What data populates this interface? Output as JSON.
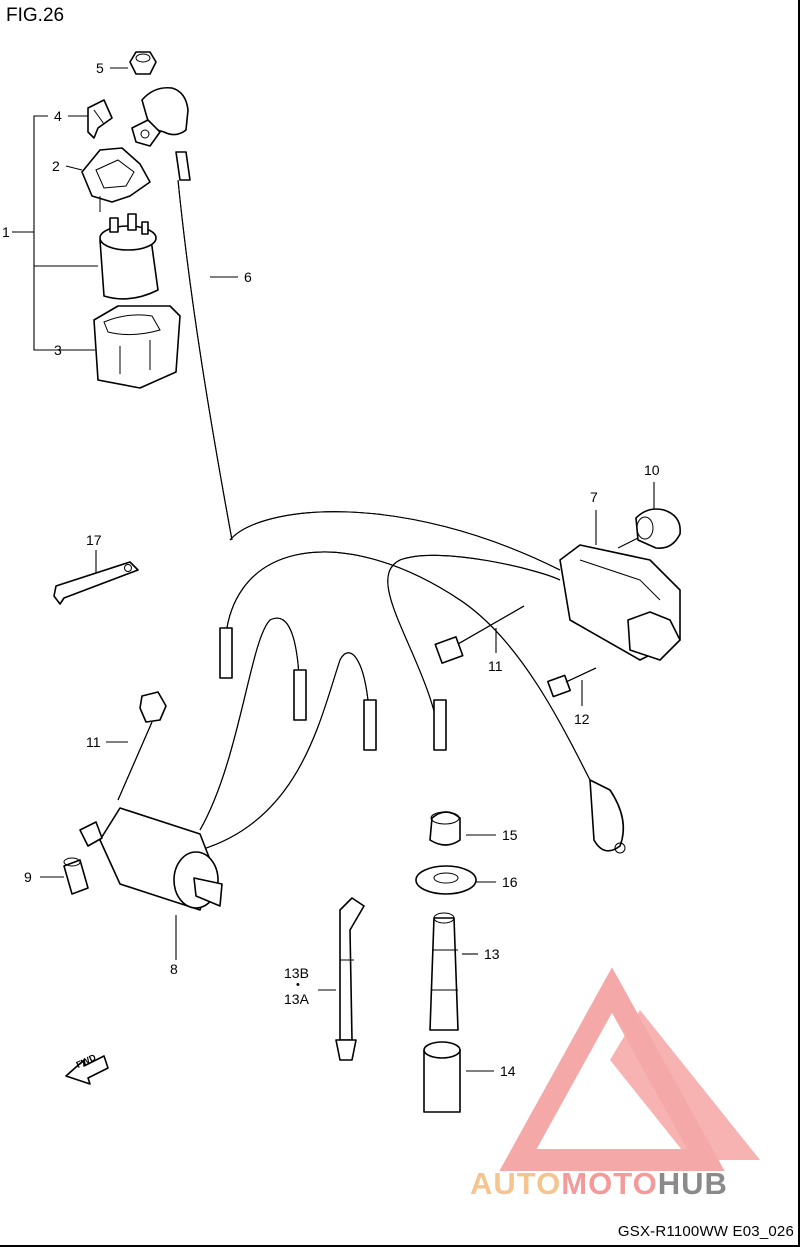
{
  "figure": {
    "title": "FIG.26",
    "code": "GSX-R1100WW  E03_026"
  },
  "callouts": [
    {
      "id": "1",
      "text": "1"
    },
    {
      "id": "2",
      "text": "2"
    },
    {
      "id": "3",
      "text": "3"
    },
    {
      "id": "4",
      "text": "4"
    },
    {
      "id": "5",
      "text": "5"
    },
    {
      "id": "6",
      "text": "6"
    },
    {
      "id": "7",
      "text": "7"
    },
    {
      "id": "8",
      "text": "8"
    },
    {
      "id": "9",
      "text": "9"
    },
    {
      "id": "10",
      "text": "10"
    },
    {
      "id": "11a",
      "text": "11"
    },
    {
      "id": "11b",
      "text": "11"
    },
    {
      "id": "12",
      "text": "12"
    },
    {
      "id": "13",
      "text": "13"
    },
    {
      "id": "13B",
      "text": "13B"
    },
    {
      "id": "13A",
      "text": "13A"
    },
    {
      "id": "14",
      "text": "14"
    },
    {
      "id": "15",
      "text": "15"
    },
    {
      "id": "16",
      "text": "16"
    },
    {
      "id": "17",
      "text": "17"
    }
  ],
  "fwd_label": "FWD",
  "watermark": {
    "part1": "AUTO",
    "part2": "MOTO",
    "part3": "HUB",
    "color1": "#f5c58f",
    "color2": "#f49a9a",
    "color3": "#8a8a8a"
  }
}
